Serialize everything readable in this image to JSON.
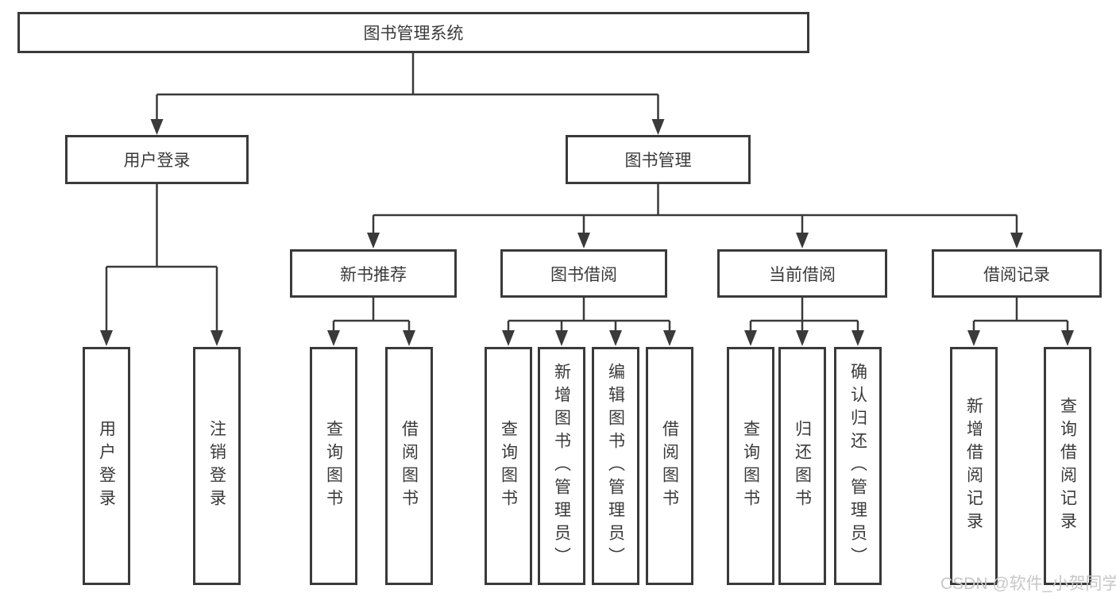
{
  "tree": {
    "root": {
      "label": "图书管理系统"
    },
    "branches": [
      {
        "label": "用户登录",
        "leaves": [
          {
            "label": "用户登录"
          },
          {
            "label": "注销登录"
          }
        ]
      },
      {
        "label": "图书管理",
        "groups": [
          {
            "label": "新书推荐",
            "leaves": [
              {
                "label": "查询图书"
              },
              {
                "label": "借阅图书"
              }
            ]
          },
          {
            "label": "图书借阅",
            "leaves": [
              {
                "label": "查询图书"
              },
              {
                "label": "新增图书（管理员）"
              },
              {
                "label": "编辑图书（管理员）"
              },
              {
                "label": "借阅图书"
              }
            ]
          },
          {
            "label": "当前借阅",
            "leaves": [
              {
                "label": "查询图书"
              },
              {
                "label": "归还图书"
              },
              {
                "label": "确认归还（管理员）"
              }
            ]
          },
          {
            "label": "借阅记录",
            "leaves": [
              {
                "label": "新增借阅记录"
              },
              {
                "label": "查询借阅记录"
              }
            ]
          }
        ]
      }
    ]
  },
  "watermark": {
    "text": "CSDN @软件_小贺同学"
  },
  "colors": {
    "line": "#3a3a3a",
    "text": "#3a3a3a",
    "background": "#ffffff",
    "watermark": "#c7c7c7"
  }
}
